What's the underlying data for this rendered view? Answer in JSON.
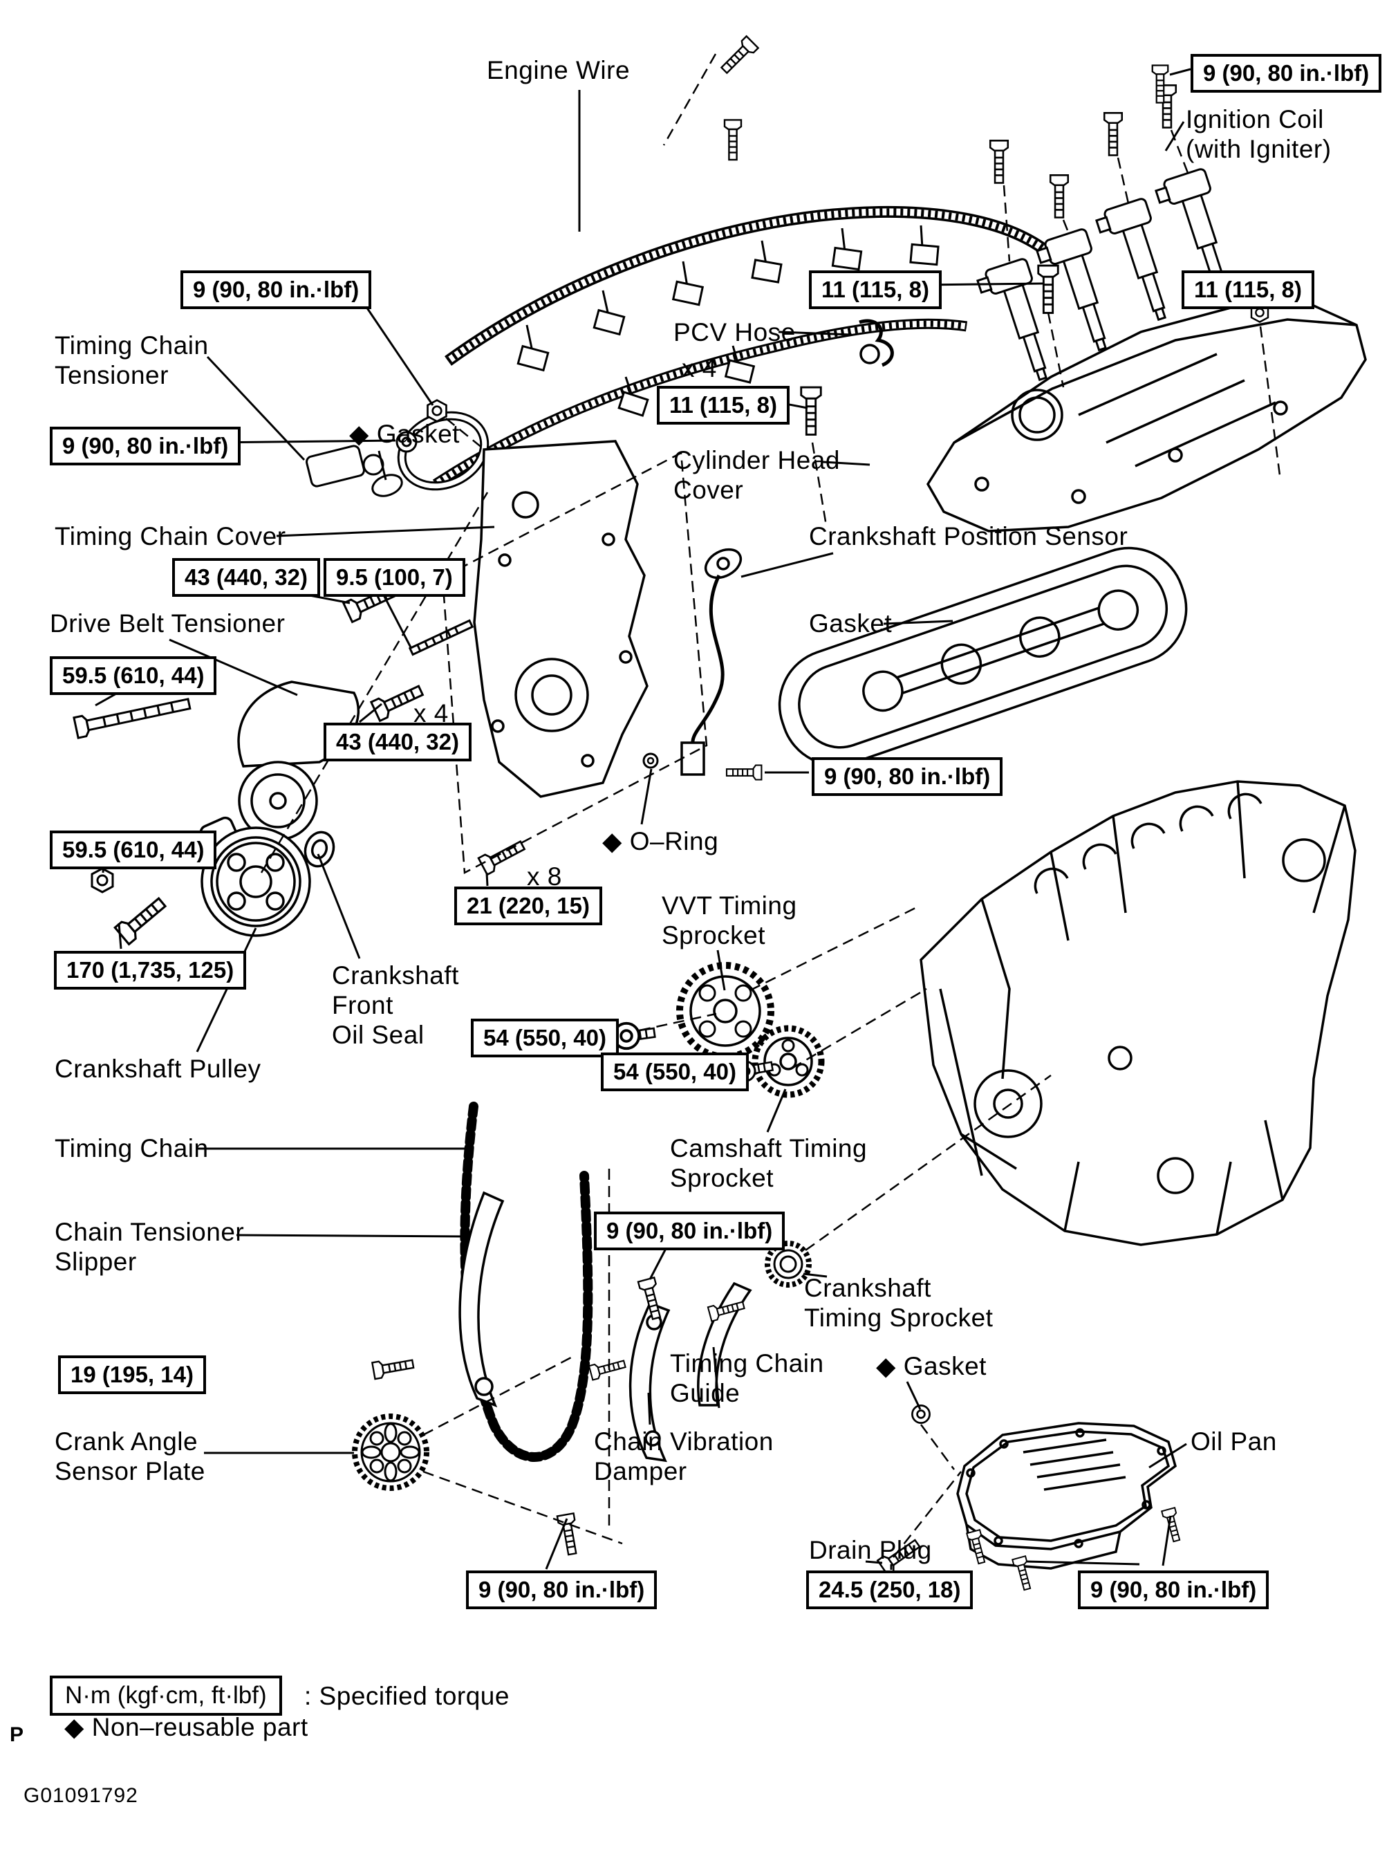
{
  "figure": {
    "type": "exploded-parts-diagram",
    "subject": "Engine timing chain / cylinder head cover components",
    "page_marker": "P",
    "figure_code": "G01091792"
  },
  "legend": {
    "torque_box": "N·m (kgf·cm, ft·lbf)",
    "torque_desc": ": Specified torque",
    "non_reusable": "◆ Non–reusable part"
  },
  "multipliers": {
    "x4": "x 4",
    "x8": "x 8"
  },
  "torques": {
    "t9": "9 (90, 80 in.·lbf)",
    "t11": "11 (115, 8)",
    "t43": "43 (440, 32)",
    "t9_5": "9.5 (100, 7)",
    "t59_5": "59.5 (610, 44)",
    "t170": "170 (1,735, 125)",
    "t21": "21 (220, 15)",
    "t54": "54 (550, 40)",
    "t19": "19 (195, 14)",
    "t24_5": "24.5 (250, 18)"
  },
  "labels": {
    "engine_wire": "Engine Wire",
    "ignition_coil": "Ignition Coil\n(with Igniter)",
    "pcv_hose": "PCV Hose",
    "cylinder_head_cover": "Cylinder Head\nCover",
    "timing_chain_tensioner": "Timing Chain\nTensioner",
    "gasket_tensioner": "◆ Gasket",
    "timing_chain_cover": "Timing Chain Cover",
    "crankshaft_position_sensor": "Crankshaft Position Sensor",
    "drive_belt_tensioner": "Drive Belt Tensioner",
    "gasket_head_cover": "Gasket",
    "o_ring": "◆ O–Ring",
    "vvt_timing_sprocket": "VVT Timing\nSprocket",
    "crankshaft_front_oil_seal": "Crankshaft\nFront\nOil Seal",
    "crankshaft_pulley": "Crankshaft Pulley",
    "timing_chain": "Timing Chain",
    "camshaft_timing_sprocket": "Camshaft Timing\nSprocket",
    "chain_tensioner_slipper": "Chain Tensioner\nSlipper",
    "crankshaft_timing_sprocket": "Crankshaft\nTiming Sprocket",
    "timing_chain_guide": "Timing Chain\nGuide",
    "gasket_oil_pan": "◆ Gasket",
    "crank_angle_sensor_plate": "Crank Angle\nSensor Plate",
    "chain_vibration_damper": "Chain Vibration\nDamper",
    "oil_pan": "Oil Pan",
    "drain_plug": "Drain Plug"
  }
}
